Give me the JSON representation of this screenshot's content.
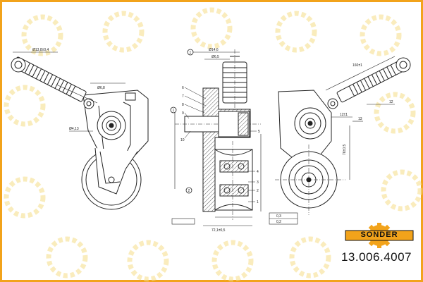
{
  "brand": {
    "name": "SONDER",
    "primary_color": "#f2a31b",
    "line_color": "#222222"
  },
  "part_number": "13.006.4007",
  "drawing": {
    "labels": {
      "top_dim_a": "Ø13,8±0,4",
      "tol_a": "Ø14,6",
      "tol_b": "Ø6,5",
      "dim_n_a": "Ø6,8",
      "dim_left_a": "Ø4,13",
      "circle_1": "1",
      "circle_2": "2",
      "dim_right_top": "160±1",
      "dim_right_12": "12",
      "dim_right_13": "13",
      "dim_right_12b": "12±1",
      "dim_right_vert": "76±0,5",
      "part_1": "1",
      "part_2": "2",
      "part_3": "3",
      "part_4": "4",
      "part_5": "5",
      "part_6": "6",
      "part_7": "7",
      "part_8": "8",
      "part_9": "9",
      "part_10": "10",
      "tol_frame_1": "0,3",
      "tol_frame_2": "0,2",
      "dim_bottom": "72,1±0,5"
    }
  }
}
